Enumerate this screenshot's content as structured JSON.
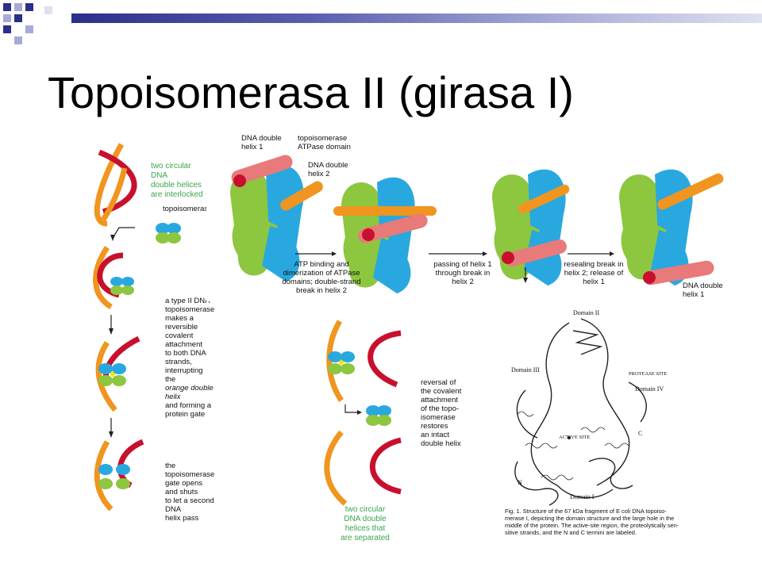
{
  "slide": {
    "title": "Topoisomerasa II (girasa I)"
  },
  "colors": {
    "dna_red": "#c8102e",
    "dna_orange": "#f0951f",
    "enzyme_green": "#8dc63f",
    "enzyme_blue": "#29a8e0",
    "label_green": "#3aa54a",
    "title_rule": "#2a2f8a"
  },
  "left_panel": {
    "label_interlocked": [
      "two circular DNA",
      "double helices",
      "are interlocked"
    ],
    "label_topoisomerase": "topoisomerase",
    "label_attachment": [
      "a type II DNA",
      "topoisomerase",
      "makes a reversible",
      "covalent attachment",
      "to both DNA strands,",
      "interrupting the",
      "orange double helix",
      "and forming a",
      "protein gate"
    ],
    "label_gate": [
      "the topoisomerase",
      "gate opens and shuts",
      "to let a second DNA",
      "helix pass"
    ]
  },
  "middle_panel": {
    "label_reversal": [
      "reversal of",
      "the covalent",
      "attachment",
      "of the topo-",
      "isomerase",
      "restores",
      "an intact",
      "double helix"
    ],
    "label_separated": [
      "two circular",
      "DNA double",
      "helices that",
      "are separated"
    ]
  },
  "top_panel": {
    "label_helix1": [
      "DNA double",
      "helix 1"
    ],
    "label_atpase": [
      "topoisomerase",
      "ATPase domain"
    ],
    "label_helix2": [
      "DNA double",
      "helix 2"
    ],
    "step1": [
      "ATP binding and",
      "dimerization of ATPase",
      "domains; double-strand",
      "break in helix 2"
    ],
    "step2": [
      "passing of helix 1",
      "through break in",
      "helix 2"
    ],
    "step3": [
      "resealing break in",
      "helix 2; release of",
      "helix 1"
    ],
    "label_helix1_end": [
      "DNA double",
      "helix 1"
    ]
  },
  "structure_panel": {
    "domain_ii": "Domain II",
    "domain_iii": "Domain III",
    "protease_site": "PROTEASE SITE",
    "domain_iv": "Domain IV",
    "active_site": "ACTIVE SITE",
    "c_term": "C",
    "n_term": "N",
    "domain_i": "Domain I",
    "caption": [
      "Fig. 1. Structure of the 67 kDa fragment of E coli DNA topoiso-",
      "merase I, depicting the domain structure and the large hole in the",
      "middle of the protein. The active-site region, the proteolytically sen-",
      "sitive strands, and the N and C termini are labeled."
    ]
  }
}
